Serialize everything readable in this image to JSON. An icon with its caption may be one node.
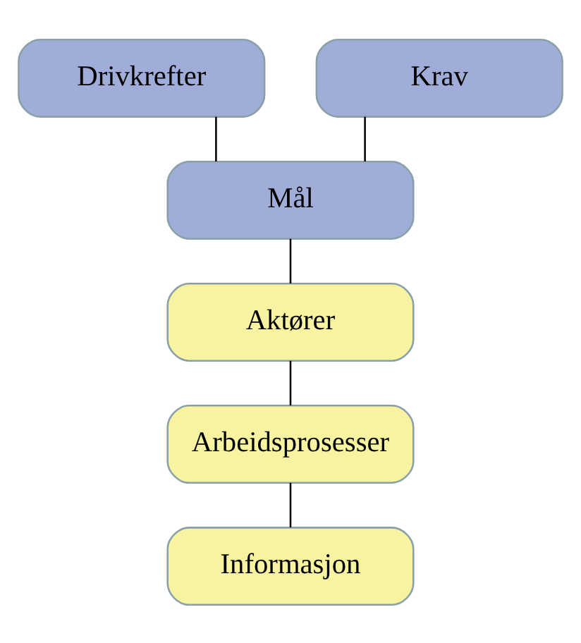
{
  "diagram": {
    "nodes": [
      {
        "text": [
          "Drivkrefter"
        ]
      },
      {
        "text": [
          "Krav"
        ]
      },
      {
        "text": [
          "Mål"
        ]
      },
      {
        "text": [
          "Aktører"
        ]
      },
      {
        "text": [
          "Arbeidsprosesser"
        ]
      },
      {
        "text": [
          "Informasjon"
        ]
      }
    ],
    "edges": [
      {
        "from": 0,
        "to": 2,
        "arrow": "none"
      },
      {
        "from": 1,
        "to": 2,
        "arrow": "none"
      },
      {
        "from": 2,
        "to": 3,
        "arrow": "none"
      },
      {
        "from": 3,
        "to": 4,
        "arrow": "none"
      },
      {
        "from": 4,
        "to": 5,
        "arrow": "none"
      }
    ]
  }
}
